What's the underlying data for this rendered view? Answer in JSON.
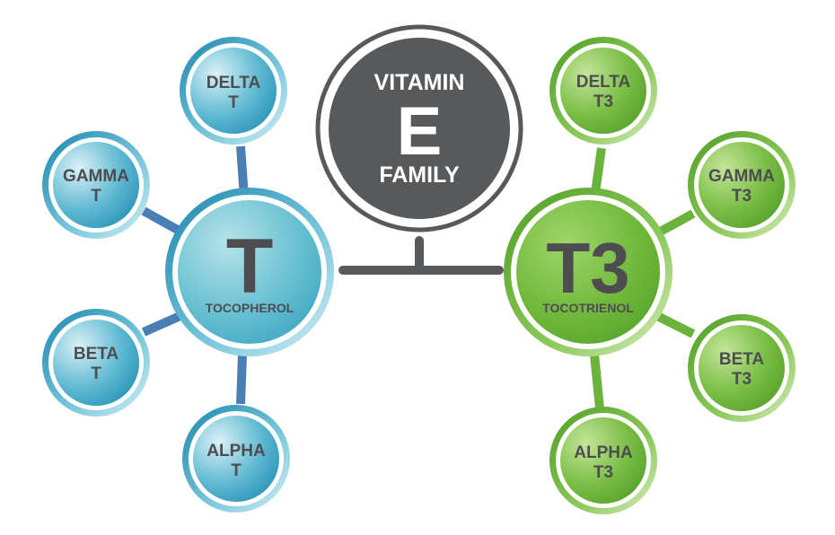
{
  "center": {
    "line1": "VITAMIN",
    "letter": "E",
    "line3": "FAMILY"
  },
  "tocopherol": {
    "symbol": "T",
    "name": "TOCOPHEROL",
    "forms": [
      {
        "line1": "DELTA",
        "line2": "T"
      },
      {
        "line1": "GAMMA",
        "line2": "T"
      },
      {
        "line1": "BETA",
        "line2": "T"
      },
      {
        "line1": "ALPHA",
        "line2": "T"
      }
    ]
  },
  "tocotrienol": {
    "symbol": "T3",
    "name": "TOCOTRIENOL",
    "forms": [
      {
        "line1": "DELTA",
        "line2": "T3"
      },
      {
        "line1": "GAMMA",
        "line2": "T3"
      },
      {
        "line1": "BETA",
        "line2": "T3"
      },
      {
        "line1": "ALPHA",
        "line2": "T3"
      }
    ]
  },
  "colors": {
    "blue_dark": "#1f8fb3",
    "blue_light": "#bfe6ee",
    "blue_connector": "#4a7fb5",
    "green_dark": "#5aa92e",
    "green_light": "#cfe9a8",
    "green_connector": "#6ab43d",
    "gray": "#58595b",
    "text_dark": "#4d4d4f",
    "text_light": "#ffffff"
  }
}
